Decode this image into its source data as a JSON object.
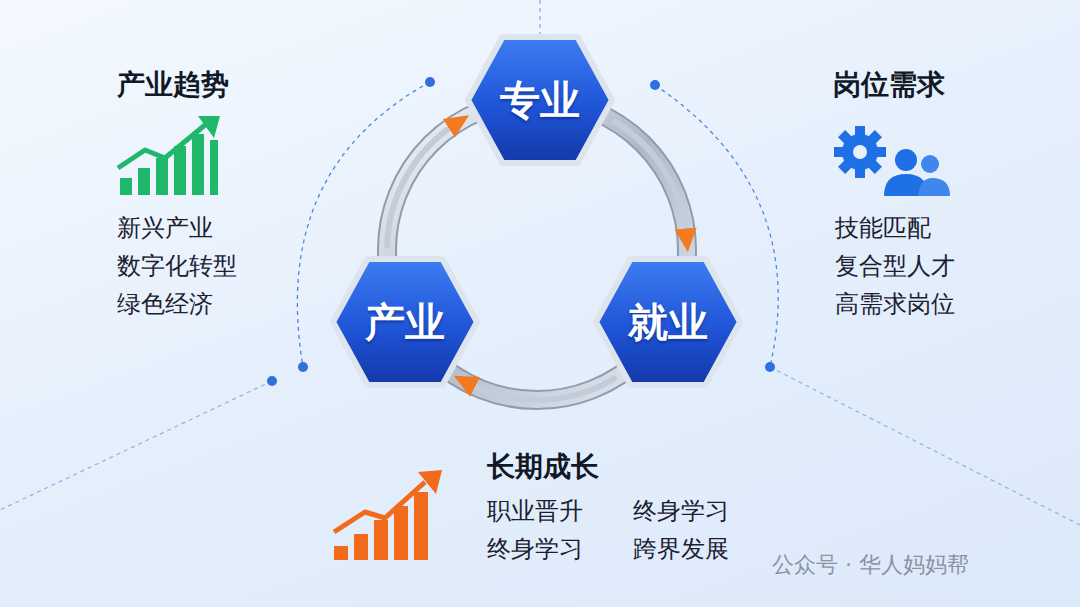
{
  "diagram": {
    "nodes": [
      {
        "text": [
          "专业"
        ]
      },
      {
        "text": [
          "产业"
        ]
      },
      {
        "text": [
          "就业"
        ]
      }
    ],
    "edges": [
      {
        "from": 0,
        "to": 2,
        "arrow": "to"
      },
      {
        "from": 2,
        "to": 1,
        "arrow": "to"
      },
      {
        "from": 1,
        "to": 0,
        "arrow": "to"
      }
    ],
    "labels": [
      "产业趋势",
      "新兴产业",
      "数字化转型",
      "绿色经济",
      "岗位需求",
      "技能匹配",
      "复合型人才",
      "高需求岗位",
      "长期成长",
      "职业晋升",
      "终身学习",
      "终身学习",
      "跨界发展",
      "公众号 · 华人妈妈帮"
    ]
  }
}
